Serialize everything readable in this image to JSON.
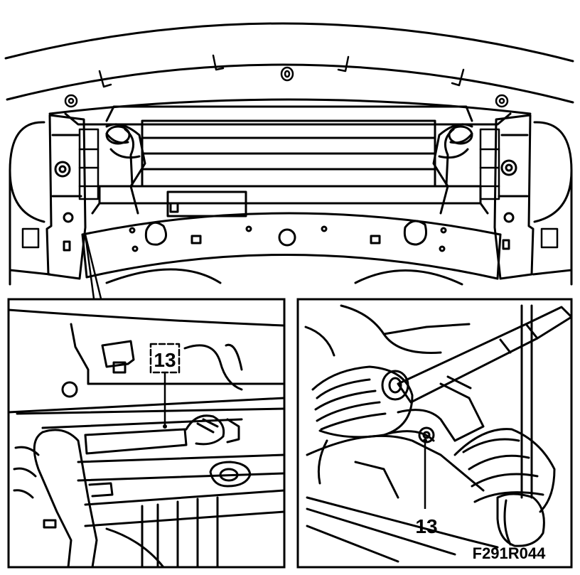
{
  "figure": {
    "callout_left": "13",
    "callout_right": "13",
    "figure_code": "F291R044"
  },
  "colors": {
    "ink": "#000000",
    "paper": "#ffffff"
  }
}
